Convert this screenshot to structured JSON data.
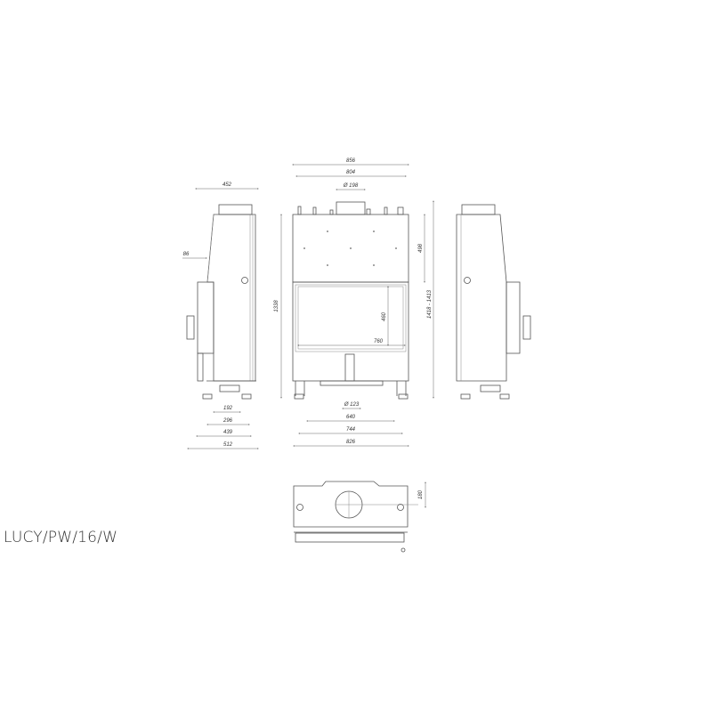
{
  "title": "LUCY/PW/16/W",
  "dims": {
    "front_outer_width": "856",
    "front_width": "804",
    "flue_diameter": "Ø 198",
    "side_depth": "452",
    "side_offset": "86",
    "height": "1338",
    "upper_height": "498",
    "total_height": "1418 - 1413",
    "glass_height": "460",
    "glass_width": "760",
    "air_inlet_diameter": "Ø 123",
    "legs_inner": "640",
    "legs_mid": "744",
    "base_width": "826",
    "side_192": "192",
    "side_296": "296",
    "side_439": "439",
    "side_512": "512",
    "top_view_depth": "180"
  }
}
